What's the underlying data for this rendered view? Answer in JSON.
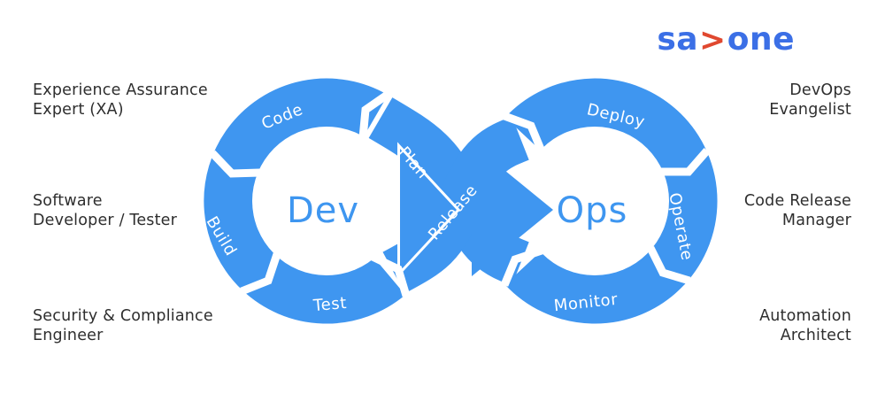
{
  "logo": {
    "text_left": "sa",
    "chevron": ">",
    "text_right": "one"
  },
  "colors": {
    "diagram_blue": "#3F96F0",
    "loop_text_blue": "#3E96F0",
    "logo_blue": "#3B6FE6",
    "logo_red": "#E0482F",
    "role_text": "#2e2e2e"
  },
  "roles": {
    "left": [
      {
        "line1": "Experience Assurance",
        "line2": "Expert (XA)"
      },
      {
        "line1": "Software",
        "line2": "Developer / Tester"
      },
      {
        "line1": "Security & Compliance",
        "line2": "Engineer"
      }
    ],
    "right": [
      {
        "line1": "DevOps",
        "line2": "Evangelist"
      },
      {
        "line1": "Code Release",
        "line2": "Manager"
      },
      {
        "line1": "Automation",
        "line2": "Architect"
      }
    ]
  },
  "loop": {
    "dev": "Dev",
    "ops": "Ops",
    "plan": "Plan",
    "code": "Code",
    "build": "Build",
    "test": "Test",
    "release": "Release",
    "deploy": "Deploy",
    "operate": "Operate",
    "monitor": "Monitor"
  }
}
